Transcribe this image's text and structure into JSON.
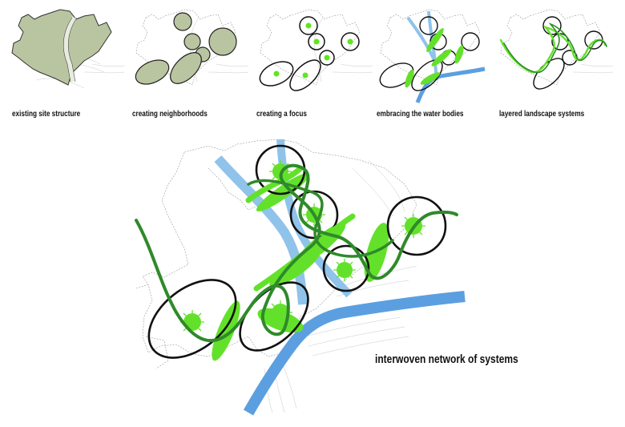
{
  "panels": [
    {
      "caption": "existing site structure"
    },
    {
      "caption": "creating neighborhoods"
    },
    {
      "caption": "creating a focus"
    },
    {
      "caption": "embracing the water bodies"
    },
    {
      "caption": "layered landscape systems"
    }
  ],
  "main": {
    "caption": "interwoven network of systems"
  },
  "colors": {
    "site_fill": "#b9c5a0",
    "ring": "#111111",
    "focus_green": "#5fe61c",
    "water_light": "#8fc3ea",
    "water_dark": "#5b9fe0",
    "path_dark": "#2f8a2a",
    "path_light": "#63e12a"
  }
}
